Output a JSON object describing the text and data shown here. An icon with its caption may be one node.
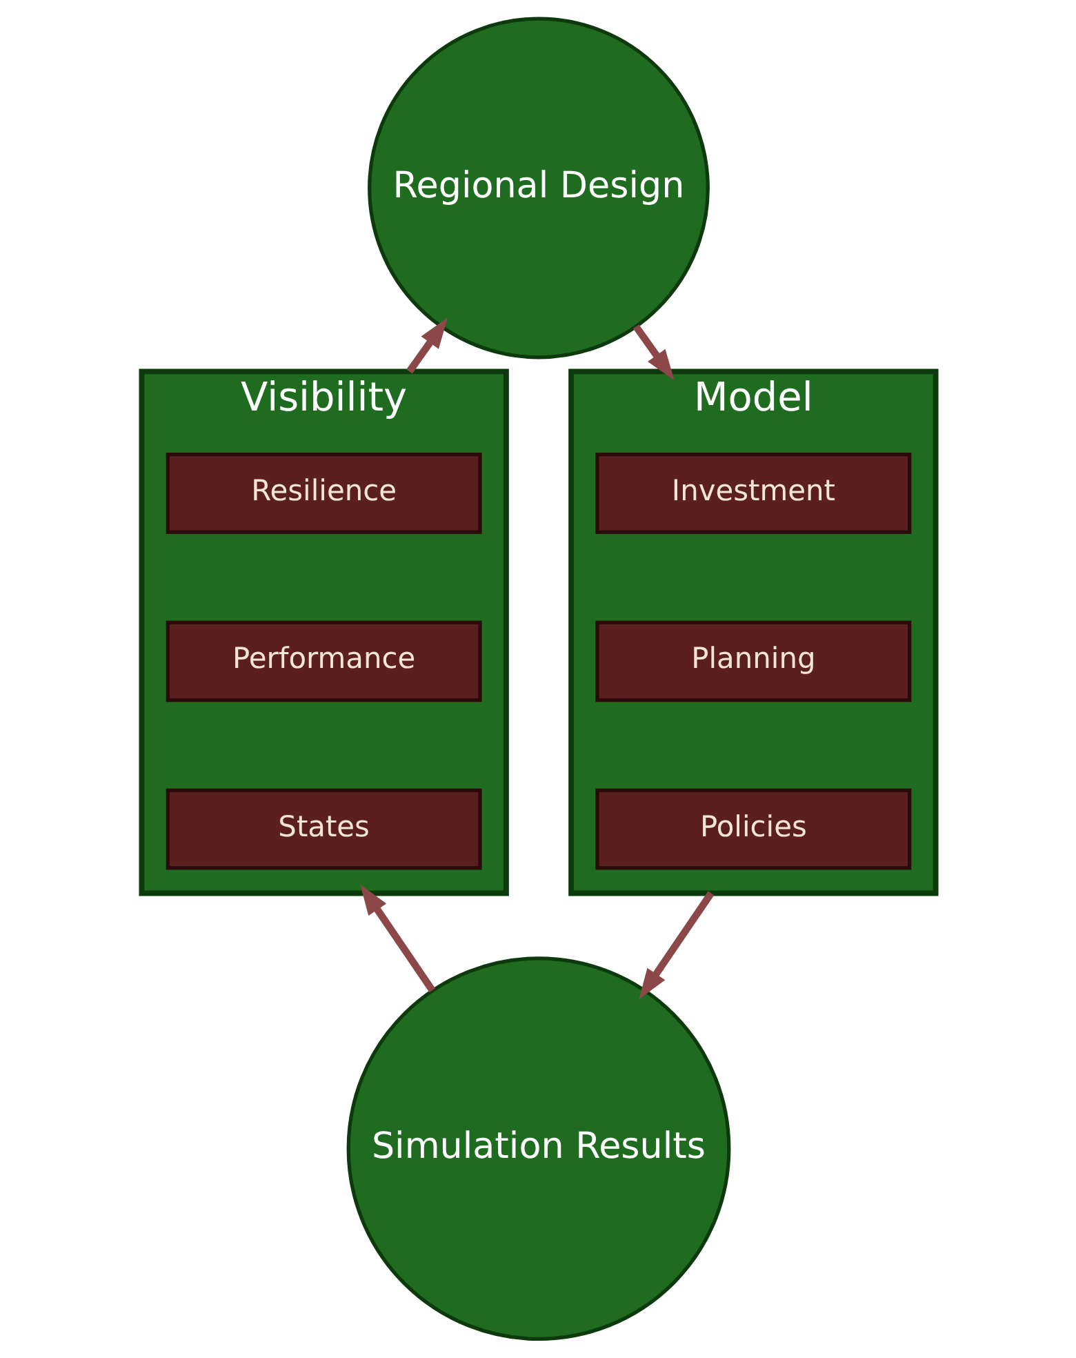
{
  "diagram": {
    "nodes": [
      {
        "text": [
          "Regional Design"
        ]
      },
      {
        "text": [
          "Visibility"
        ]
      },
      {
        "text": [
          "Resilience"
        ],
        "in": 1
      },
      {
        "text": [
          "Performance"
        ],
        "in": 1
      },
      {
        "text": [
          "States"
        ],
        "in": 1
      },
      {
        "text": [
          "Model"
        ]
      },
      {
        "text": [
          "Investment"
        ],
        "in": 5
      },
      {
        "text": [
          "Planning"
        ],
        "in": 5
      },
      {
        "text": [
          "Policies"
        ],
        "in": 5
      },
      {
        "text": [
          "Simulation Results"
        ]
      }
    ],
    "edges": [
      {
        "from": 0,
        "to": 5,
        "arrow": "to"
      },
      {
        "from": 5,
        "to": 9,
        "arrow": "to"
      },
      {
        "from": 9,
        "to": 1,
        "arrow": "to"
      },
      {
        "from": 1,
        "to": 0,
        "arrow": "to"
      }
    ]
  }
}
